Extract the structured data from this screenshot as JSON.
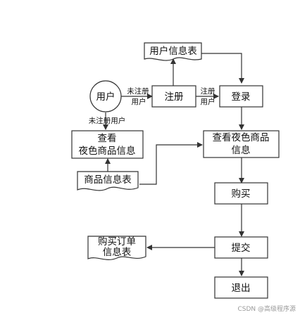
{
  "nodes": {
    "user_info_table": "用户信息表",
    "user": "用户",
    "register": "注册",
    "login": "登录",
    "view_products_left_line1": "查看",
    "view_products_left_line2": "夜色商品信息",
    "view_products_right_line1": "查看夜色商品",
    "view_products_right_line2": "信息",
    "product_info_table": "商品信息表",
    "buy": "购买",
    "submit": "提交",
    "order_table_line1": "购买订单",
    "order_table_line2": "信息表",
    "exit": "退出"
  },
  "edge_labels": {
    "user_to_register_line1": "未注册",
    "user_to_register_line2": "用户",
    "register_to_login_line1": "注册",
    "register_to_login_line2": "用户",
    "user_to_view": "未注册用户"
  },
  "watermark": "CSDN @高级程序源"
}
